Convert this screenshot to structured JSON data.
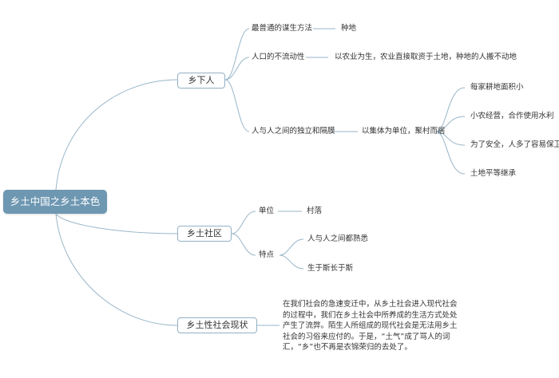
{
  "root": {
    "label": "乡土中国之乡土本色"
  },
  "branches": {
    "b1": {
      "label": "乡下人",
      "topic1": {
        "label": "最普通的谋生方法",
        "answer": "种地"
      },
      "topic2": {
        "label": "人口的不流动性",
        "answer": "以农业为生，农业直接取资于土地，种地的人搬不动地"
      },
      "topic3": {
        "label": "人与人之间的独立和隔膜",
        "answer": "以集体为单位，聚村而居",
        "reasons": [
          "每家耕地面积小",
          "小农经营，合作使用水利",
          "为了安全，人多了容易保卫",
          "土地平等继承"
        ]
      }
    },
    "b2": {
      "label": "乡土社区",
      "unit": {
        "label": "单位",
        "answer": "村落"
      },
      "feature": {
        "label": "特点",
        "items": [
          "人与人之间都熟悉",
          "生于斯长于斯"
        ]
      }
    },
    "b3": {
      "label": "乡土性社会现状",
      "note": "在我们社会的急速变迁中，从乡土社会进入现代社会的过程中，我们在乡土社会中所养成的生活方式处处产生了流弊。陌生人所组成的现代社会是无法用乡土社会的习俗来应付的。于是，“土气”成了骂人的词汇，“乡”也不再是衣锦荣归的去处了。"
    }
  }
}
